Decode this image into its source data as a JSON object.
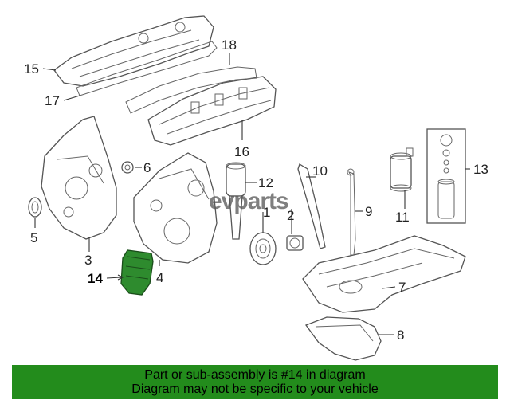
{
  "diagram": {
    "callouts": [
      "1",
      "2",
      "3",
      "4",
      "5",
      "6",
      "7",
      "8",
      "9",
      "10",
      "11",
      "12",
      "13",
      "14",
      "15",
      "16",
      "17",
      "18"
    ],
    "highlight_color": "#2e8b2e"
  },
  "watermark": "evparts",
  "notice": {
    "line1": "Part or sub-assembly is #14 in diagram",
    "line2": "Diagram may not be specific to your vehicle",
    "background_color": "#238c1c"
  }
}
